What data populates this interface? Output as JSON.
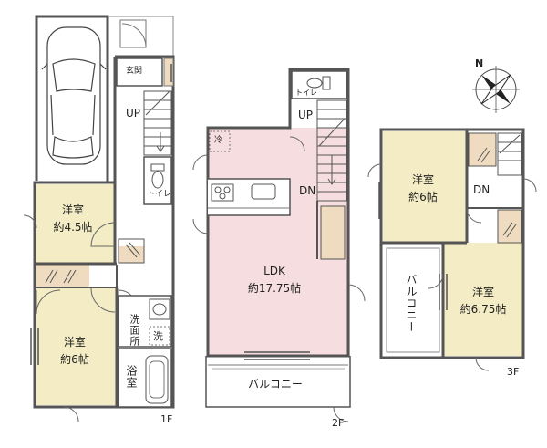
{
  "floors": {
    "f1": {
      "label": "1F",
      "rooms": {
        "genkan": "玄関",
        "toilet": "トイレ",
        "bedroom_a": {
          "name": "洋室",
          "size": "約4.5帖"
        },
        "bedroom_b": {
          "name": "洋室",
          "size": "約6帖"
        },
        "washroom": "洗面所",
        "laundry": "洗",
        "bath": "浴室"
      },
      "stairs": "UP"
    },
    "f2": {
      "label": "2F",
      "rooms": {
        "fridge": "冷",
        "toilet": "トイレ",
        "ldk": {
          "name": "LDK",
          "size": "約17.75帖"
        },
        "balcony": "バルコニー"
      },
      "stairs_up": "UP",
      "stairs_down": "DN"
    },
    "f3": {
      "label": "3F",
      "rooms": {
        "bedroom_a": {
          "name": "洋室",
          "size": "約6帖"
        },
        "bedroom_b": {
          "name": "洋室",
          "size": "約6.75帖"
        },
        "balcony": "バルコニー"
      },
      "stairs_down": "DN"
    }
  },
  "compass": "N",
  "colors": {
    "wall": "#555555",
    "ldk_fill": "#f5dde0",
    "room_fill": "#f3ecc4",
    "closet_fill": "#efdcc0",
    "wet_fill": "#ffffff"
  }
}
